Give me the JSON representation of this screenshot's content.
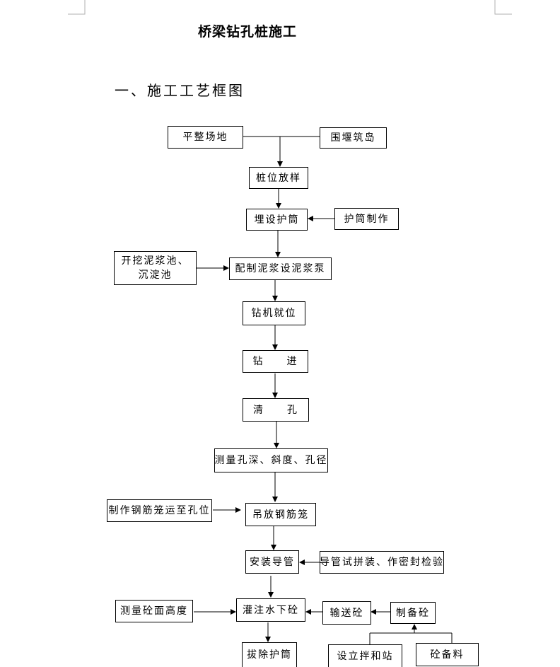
{
  "document": {
    "title": "桥梁钻孔桩施工",
    "section_heading": "一、施工工艺框图"
  },
  "flowchart": {
    "nodes": {
      "level_site": "平整场地",
      "cofferdam_island": "围堰筑岛",
      "pile_layout": "桩位放样",
      "bury_casing": "埋设护筒",
      "make_casing": "护筒制作",
      "dig_pits": "开挖泥浆池、\n沉淀池",
      "mud_pump": "配制泥浆设泥浆泵",
      "drill_position": "钻机就位",
      "drilling": "钻　　进",
      "clean_hole": "清　　孔",
      "measure_hole": "测量孔深、斜度、孔径",
      "make_cage": "制作钢筋笼运至孔位",
      "lift_cage": "吊放钢筋笼",
      "install_tremie": "安装导管",
      "tremie_test": "导管试拼装、作密封检验",
      "measure_concrete": "测量砼面高度",
      "pour_concrete": "灌注水下砼",
      "convey_concrete": "输送砼",
      "prepare_concrete": "制备砼",
      "mixing_station": "设立拌和站",
      "concrete_materials": "砼备料",
      "pull_casing": "拔除护筒"
    }
  }
}
